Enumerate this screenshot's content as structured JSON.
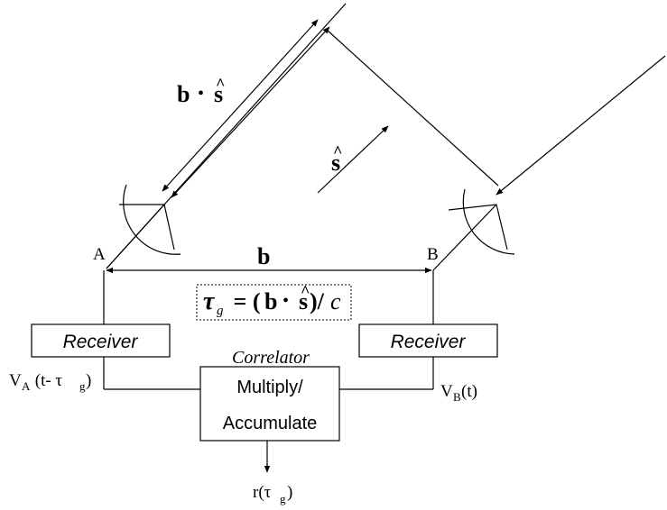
{
  "antenna_a": {
    "label": "A"
  },
  "antenna_b": {
    "label": "B"
  },
  "baseline": {
    "label": "b"
  },
  "projection": {
    "b": "b",
    "dot": "•",
    "s": "s",
    "hat": "^"
  },
  "source_dir": {
    "s": "s",
    "hat": "^"
  },
  "delay_formula": {
    "tau": "τ",
    "sub": "g",
    "eq": " = (",
    "b": "b",
    "dot": " • ",
    "s": "s",
    "hat": "^",
    "close": ")/",
    "c": "c"
  },
  "receiver_a": {
    "label": "Receiver"
  },
  "receiver_b": {
    "label": "Receiver"
  },
  "correlator": {
    "title": "Correlator",
    "line1": "Multiply/",
    "line2": "Accumulate"
  },
  "signal_a": {
    "v": "V",
    "sub": "A",
    "mid": " (t- τ",
    "sub2": "g",
    "end": ")"
  },
  "signal_b": {
    "v": "V",
    "sub": "B",
    "end": "(t)"
  },
  "output": {
    "r": "r(τ",
    "sub": "g",
    "end": ")"
  }
}
